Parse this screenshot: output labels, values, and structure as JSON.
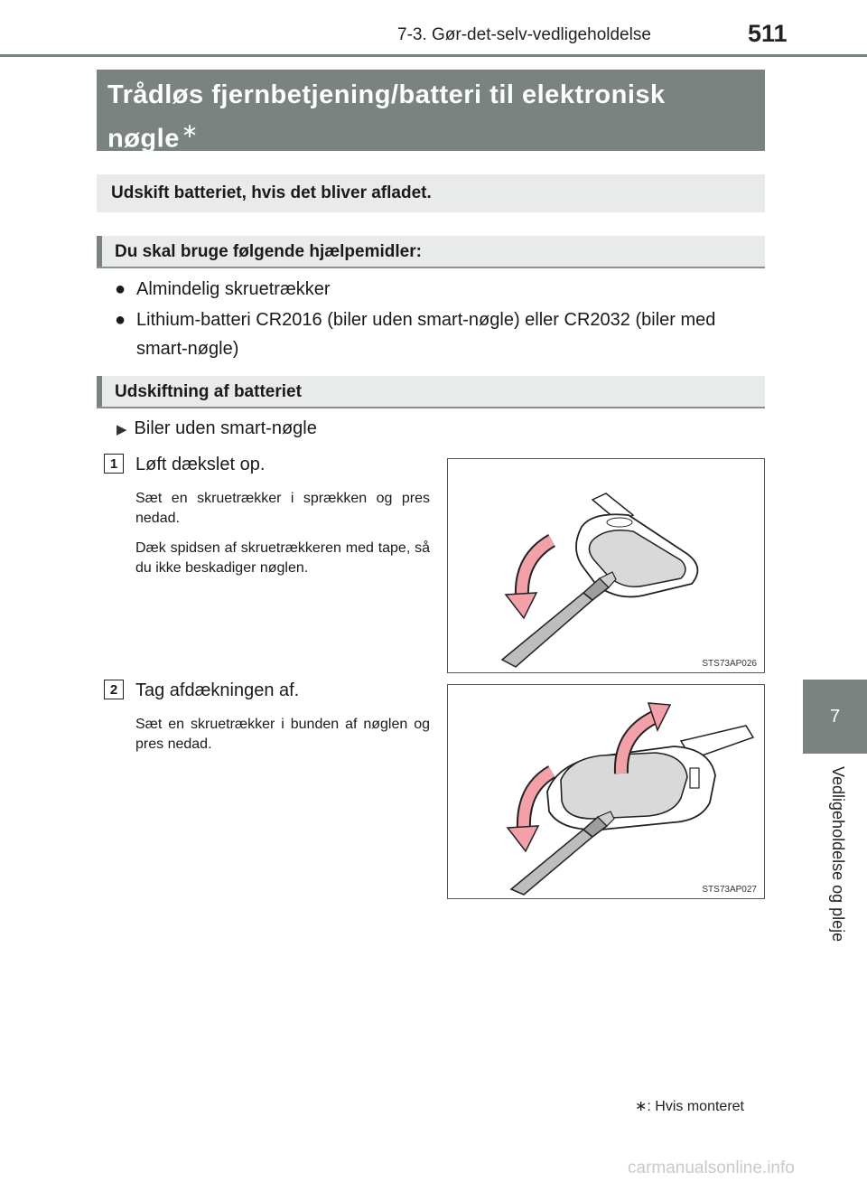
{
  "header": {
    "section": "7-3. Gør-det-selv-vedligeholdelse",
    "page_number": "511"
  },
  "side_tab": {
    "chapter": "7",
    "label": "Vedligeholdelse og pleje"
  },
  "title": {
    "text": "Trådløs fjernbetjening/batteri til elektronisk nøgle",
    "star": "∗"
  },
  "intro": "Udskift batteriet, hvis det bliver afladet.",
  "tools": {
    "heading": "Du skal bruge følgende hjælpemidler:",
    "items": [
      "Almindelig skruetrækker",
      "Lithium-batteri CR2016 (biler uden smart-nøgle) eller CR2032 (biler med smart-nøgle)"
    ]
  },
  "replacement": {
    "heading": "Udskiftning af batteriet",
    "subheading": "Biler uden smart-nøgle",
    "steps": [
      {
        "number": "1",
        "title": "Løft dækslet op.",
        "desc": [
          "Sæt en skruetrækker i sprækken og pres nedad.",
          "Dæk spidsen af skruetrækkeren med tape, så du ikke beskadiger nøglen."
        ],
        "figure_code": "STS73AP026"
      },
      {
        "number": "2",
        "title": "Tag afdækningen af.",
        "desc": [
          "Sæt en skruetrækker i bunden af nøglen og pres nedad."
        ],
        "figure_code": "STS73AP027"
      }
    ]
  },
  "footnote": "∗: Hvis monteret",
  "watermark": "carmanualsonline.info"
}
